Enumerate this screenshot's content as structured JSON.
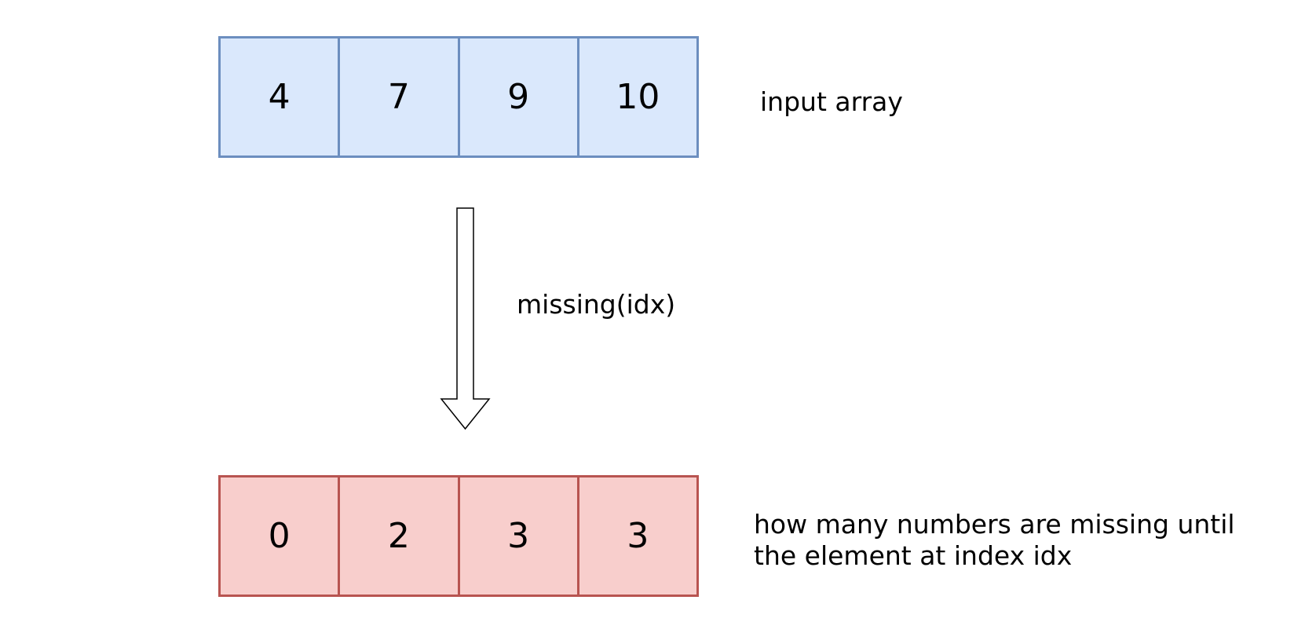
{
  "input_array": {
    "values": [
      "4",
      "7",
      "9",
      "10"
    ],
    "label": "input array",
    "fill": "#dae8fc",
    "stroke": "#6c8ebf"
  },
  "operation": {
    "label": "missing(idx)"
  },
  "result_array": {
    "values": [
      "0",
      "2",
      "3",
      "3"
    ],
    "label_line1": "how many numbers are missing until",
    "label_line2": "the element at index idx",
    "fill": "#f8cecc",
    "stroke": "#b85450"
  }
}
